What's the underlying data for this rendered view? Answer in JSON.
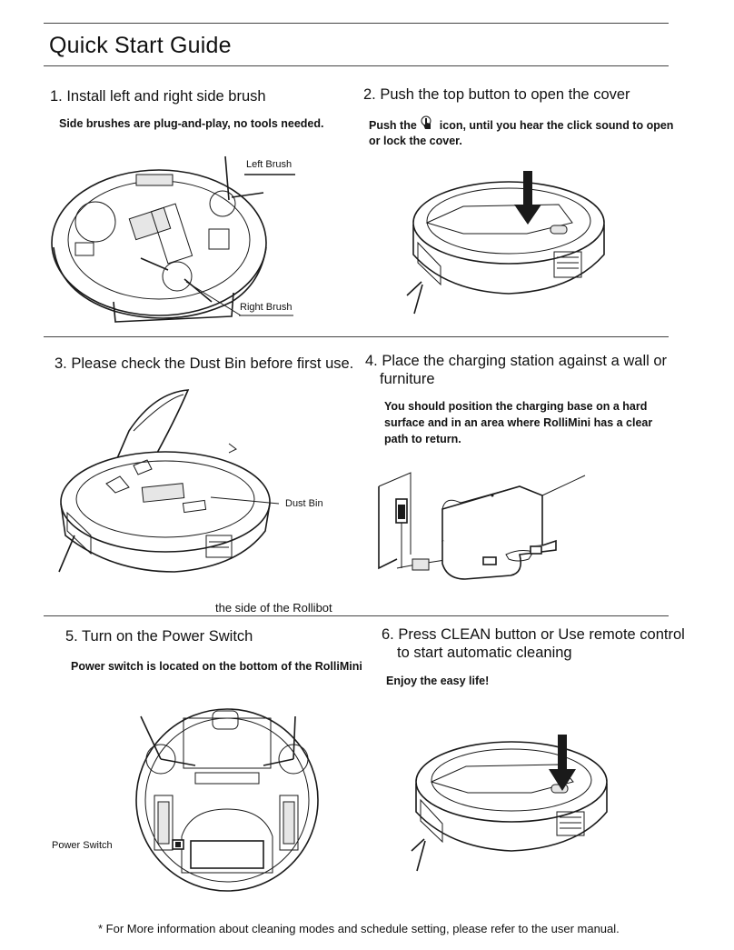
{
  "page": {
    "title": "Quick Start Guide",
    "footer_note": "* For More information about cleaning modes and schedule setting, please refer to the user manual."
  },
  "steps": [
    {
      "heading": "1. Install left and right side brush",
      "description": "Side brushes are plug-and-play, no tools needed.",
      "callouts": [
        "Left Brush",
        "Right Brush"
      ]
    },
    {
      "heading": "2. Push the top button to open the cover",
      "description_before_icon": "Push the",
      "icon": "hand-press-icon",
      "description_after_icon": "icon, until you hear the click sound to open",
      "description_line2": "or lock the cover."
    },
    {
      "heading": "3. Please check the Dust Bin before first use.",
      "callouts": [
        "Dust Bin"
      ],
      "caption": "the side of the Rollibot"
    },
    {
      "heading_line1": "4. Place the charging station against a wall or",
      "heading_line2": "furniture",
      "description_line1": "You should position the charging base on a hard",
      "description_line2": "surface and in an area where RolliMini has a clear",
      "description_line3": "path to return."
    },
    {
      "heading": "5. Turn on the Power Switch",
      "description": "Power switch is located on the bottom of the RolliMini",
      "callouts": [
        "Power Switch"
      ]
    },
    {
      "heading_line1": "6. Press CLEAN button or Use remote control",
      "heading_line2": "to start automatic cleaning",
      "description": "Enjoy the easy life!"
    }
  ]
}
